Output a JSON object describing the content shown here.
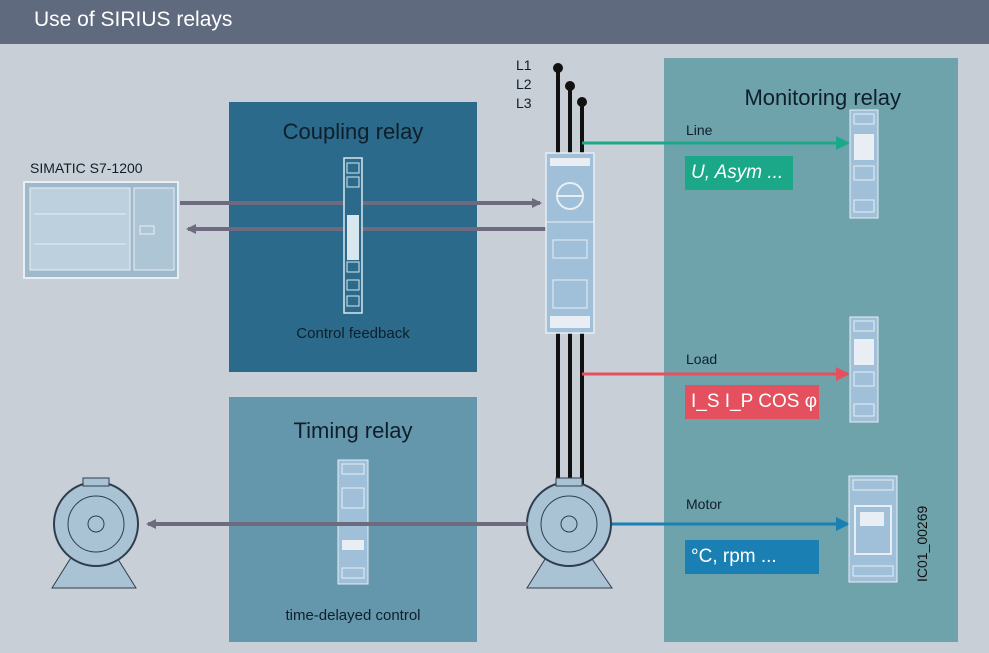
{
  "header": {
    "title": "Use of SIRIUS relays"
  },
  "plc": {
    "label": "SIMATIC S7-1200"
  },
  "coupling": {
    "title": "Coupling relay",
    "caption": "Control feedback"
  },
  "timing": {
    "title": "Timing relay",
    "caption": "time-delayed control"
  },
  "monitoring": {
    "title": "Monitoring relay",
    "line_label": "Line",
    "line_box": "U, Asym ...",
    "load_label": "Load",
    "load_box": "I_S I_P COS φ",
    "motor_label": "Motor",
    "motor_box": "°C, rpm ..."
  },
  "phases": [
    "L1",
    "L2",
    "L3"
  ],
  "figure_id": "IC01_00269",
  "colors": {
    "header": "#5f6a7f",
    "background": "#c9cfd6",
    "coupling_panel": "#2b6a8a",
    "timing_panel": "#6597ac",
    "monitoring_panel": "#6fa3ab",
    "line_green": "#1aa889",
    "load_red": "#e4505e",
    "motor_blue": "#1a7fb3",
    "arrow_gray": "#6e6a80"
  }
}
